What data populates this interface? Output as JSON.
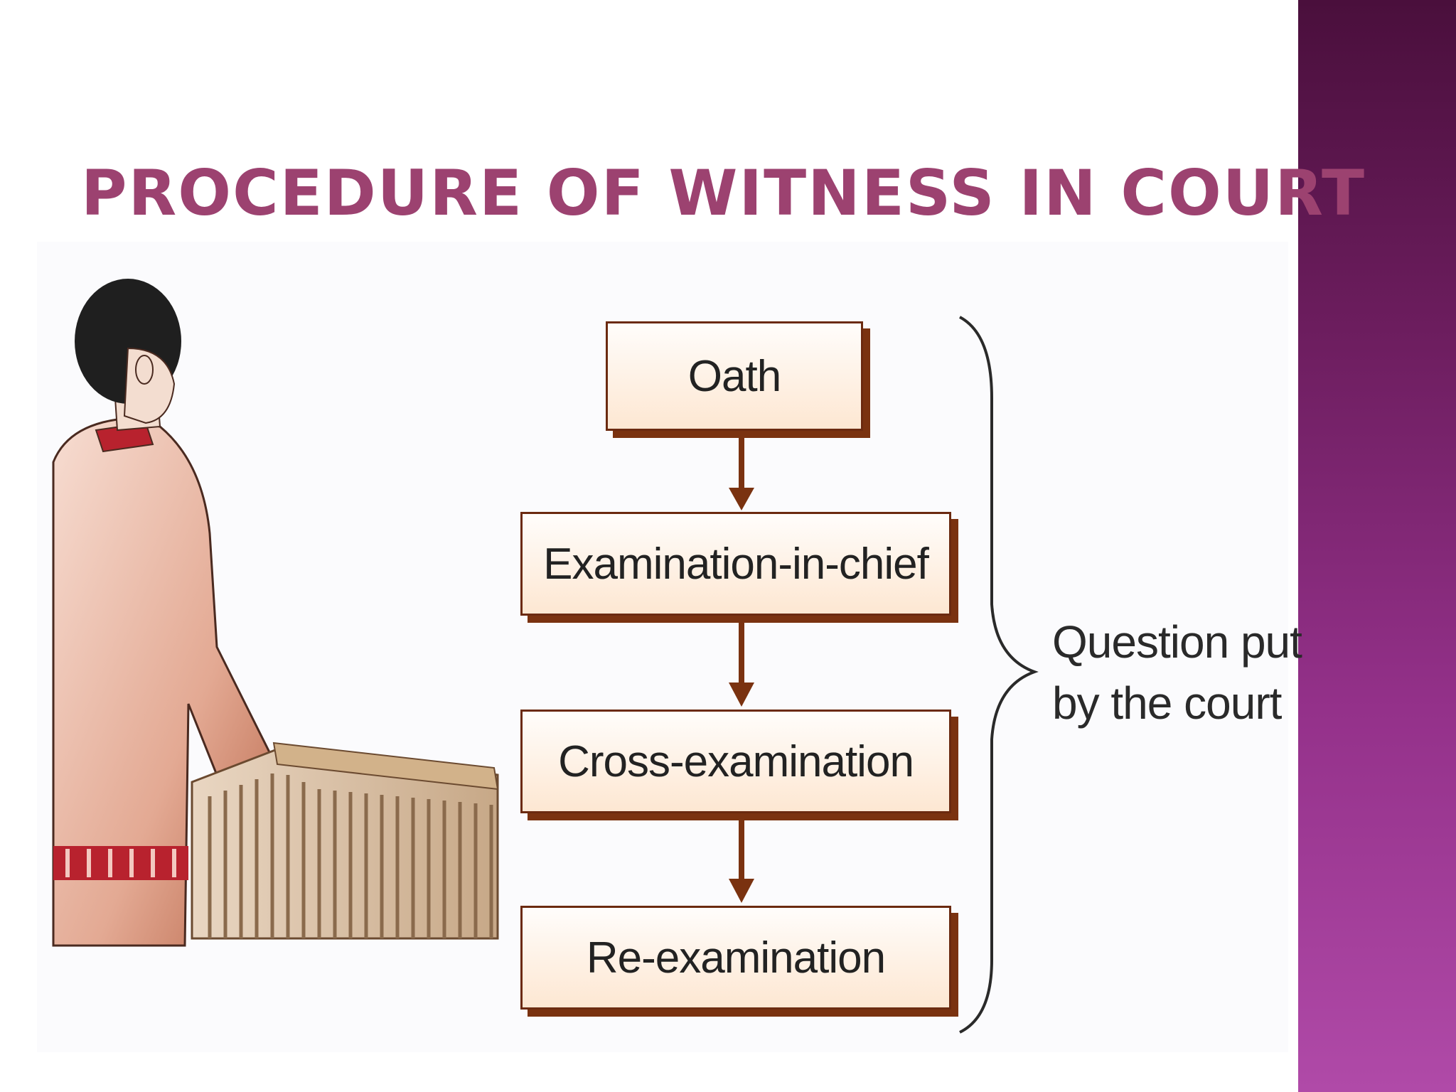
{
  "slide": {
    "title": "PROCEDURE OF WITNESS IN COURT"
  },
  "flowchart": {
    "steps": [
      {
        "label": "Oath"
      },
      {
        "label": "Examination-in-chief"
      },
      {
        "label": "Cross-examination"
      },
      {
        "label": "Re-examination"
      }
    ],
    "bracket_note": {
      "line1": "Question put",
      "line2": "by the court"
    }
  },
  "colors": {
    "title": "#9c4270",
    "box_border": "#6b2a10",
    "arrow": "#7a3210",
    "side_band_top": "#4a0f3c",
    "side_band_bottom": "#b04aa8"
  },
  "icons": [
    "witness-figure-icon",
    "witness-box-icon",
    "down-arrow-icon",
    "curly-brace-icon"
  ]
}
